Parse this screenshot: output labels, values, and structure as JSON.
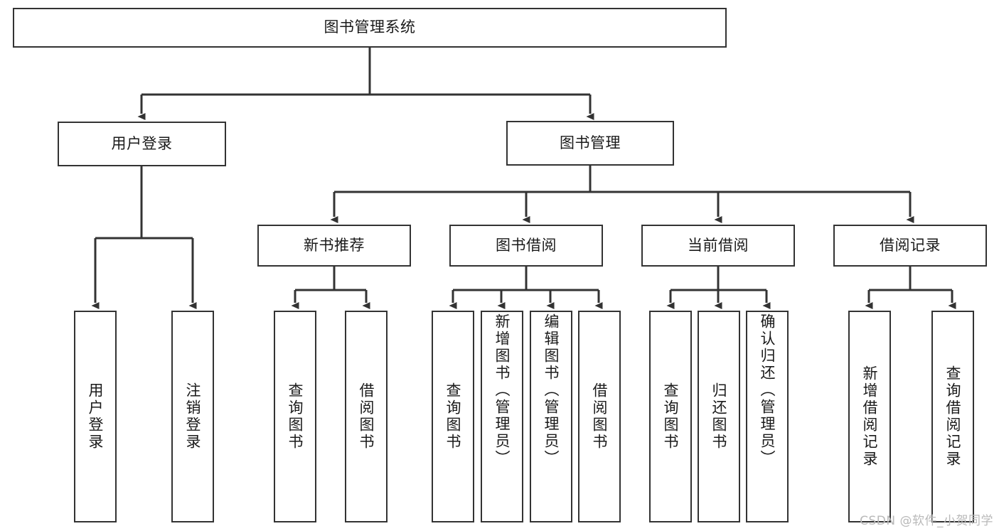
{
  "diagram": {
    "title": "图书管理系统",
    "type": "tree-hierarchy",
    "orientation": "top-down",
    "watermark": "CSDN @软件_小贺同学",
    "colors": {
      "box_border": "#333333",
      "box_fill": "#ffffff",
      "edge": "#333333",
      "text": "#1a1a1a",
      "watermark": "#b9b9b9",
      "background": "#ffffff"
    }
  },
  "nodes": {
    "root": {
      "label": "图书管理系统"
    },
    "level2": [
      {
        "id": "user-login",
        "label": "用户登录"
      },
      {
        "id": "book-manage",
        "label": "图书管理"
      }
    ],
    "level3": [
      {
        "id": "new-book-recommend",
        "label": "新书推荐"
      },
      {
        "id": "book-borrow",
        "label": "图书借阅"
      },
      {
        "id": "current-borrow",
        "label": "当前借阅"
      },
      {
        "id": "borrow-record",
        "label": "借阅记录"
      }
    ],
    "leaves": {
      "user_login": [
        {
          "id": "leaf-user-login",
          "label": "用户登录"
        },
        {
          "id": "leaf-logout-login",
          "label": "注销登录"
        }
      ],
      "new_book_recommend": [
        {
          "id": "leaf-query-book-1",
          "label": "查询图书"
        },
        {
          "id": "leaf-borrow-book-1",
          "label": "借阅图书"
        }
      ],
      "book_borrow": [
        {
          "id": "leaf-query-book-2",
          "label": "查询图书"
        },
        {
          "id": "leaf-add-book",
          "label": "新增图书（管理员）"
        },
        {
          "id": "leaf-edit-book",
          "label": "编辑图书（管理员）"
        },
        {
          "id": "leaf-borrow-book-2",
          "label": "借阅图书"
        }
      ],
      "current_borrow": [
        {
          "id": "leaf-query-book-3",
          "label": "查询图书"
        },
        {
          "id": "leaf-return-book",
          "label": "归还图书"
        },
        {
          "id": "leaf-confirm-return",
          "label": "确认归还（管理员）"
        }
      ],
      "borrow_record": [
        {
          "id": "leaf-add-record",
          "label": "新增借阅记录"
        },
        {
          "id": "leaf-query-record",
          "label": "查询借阅记录"
        }
      ]
    }
  }
}
